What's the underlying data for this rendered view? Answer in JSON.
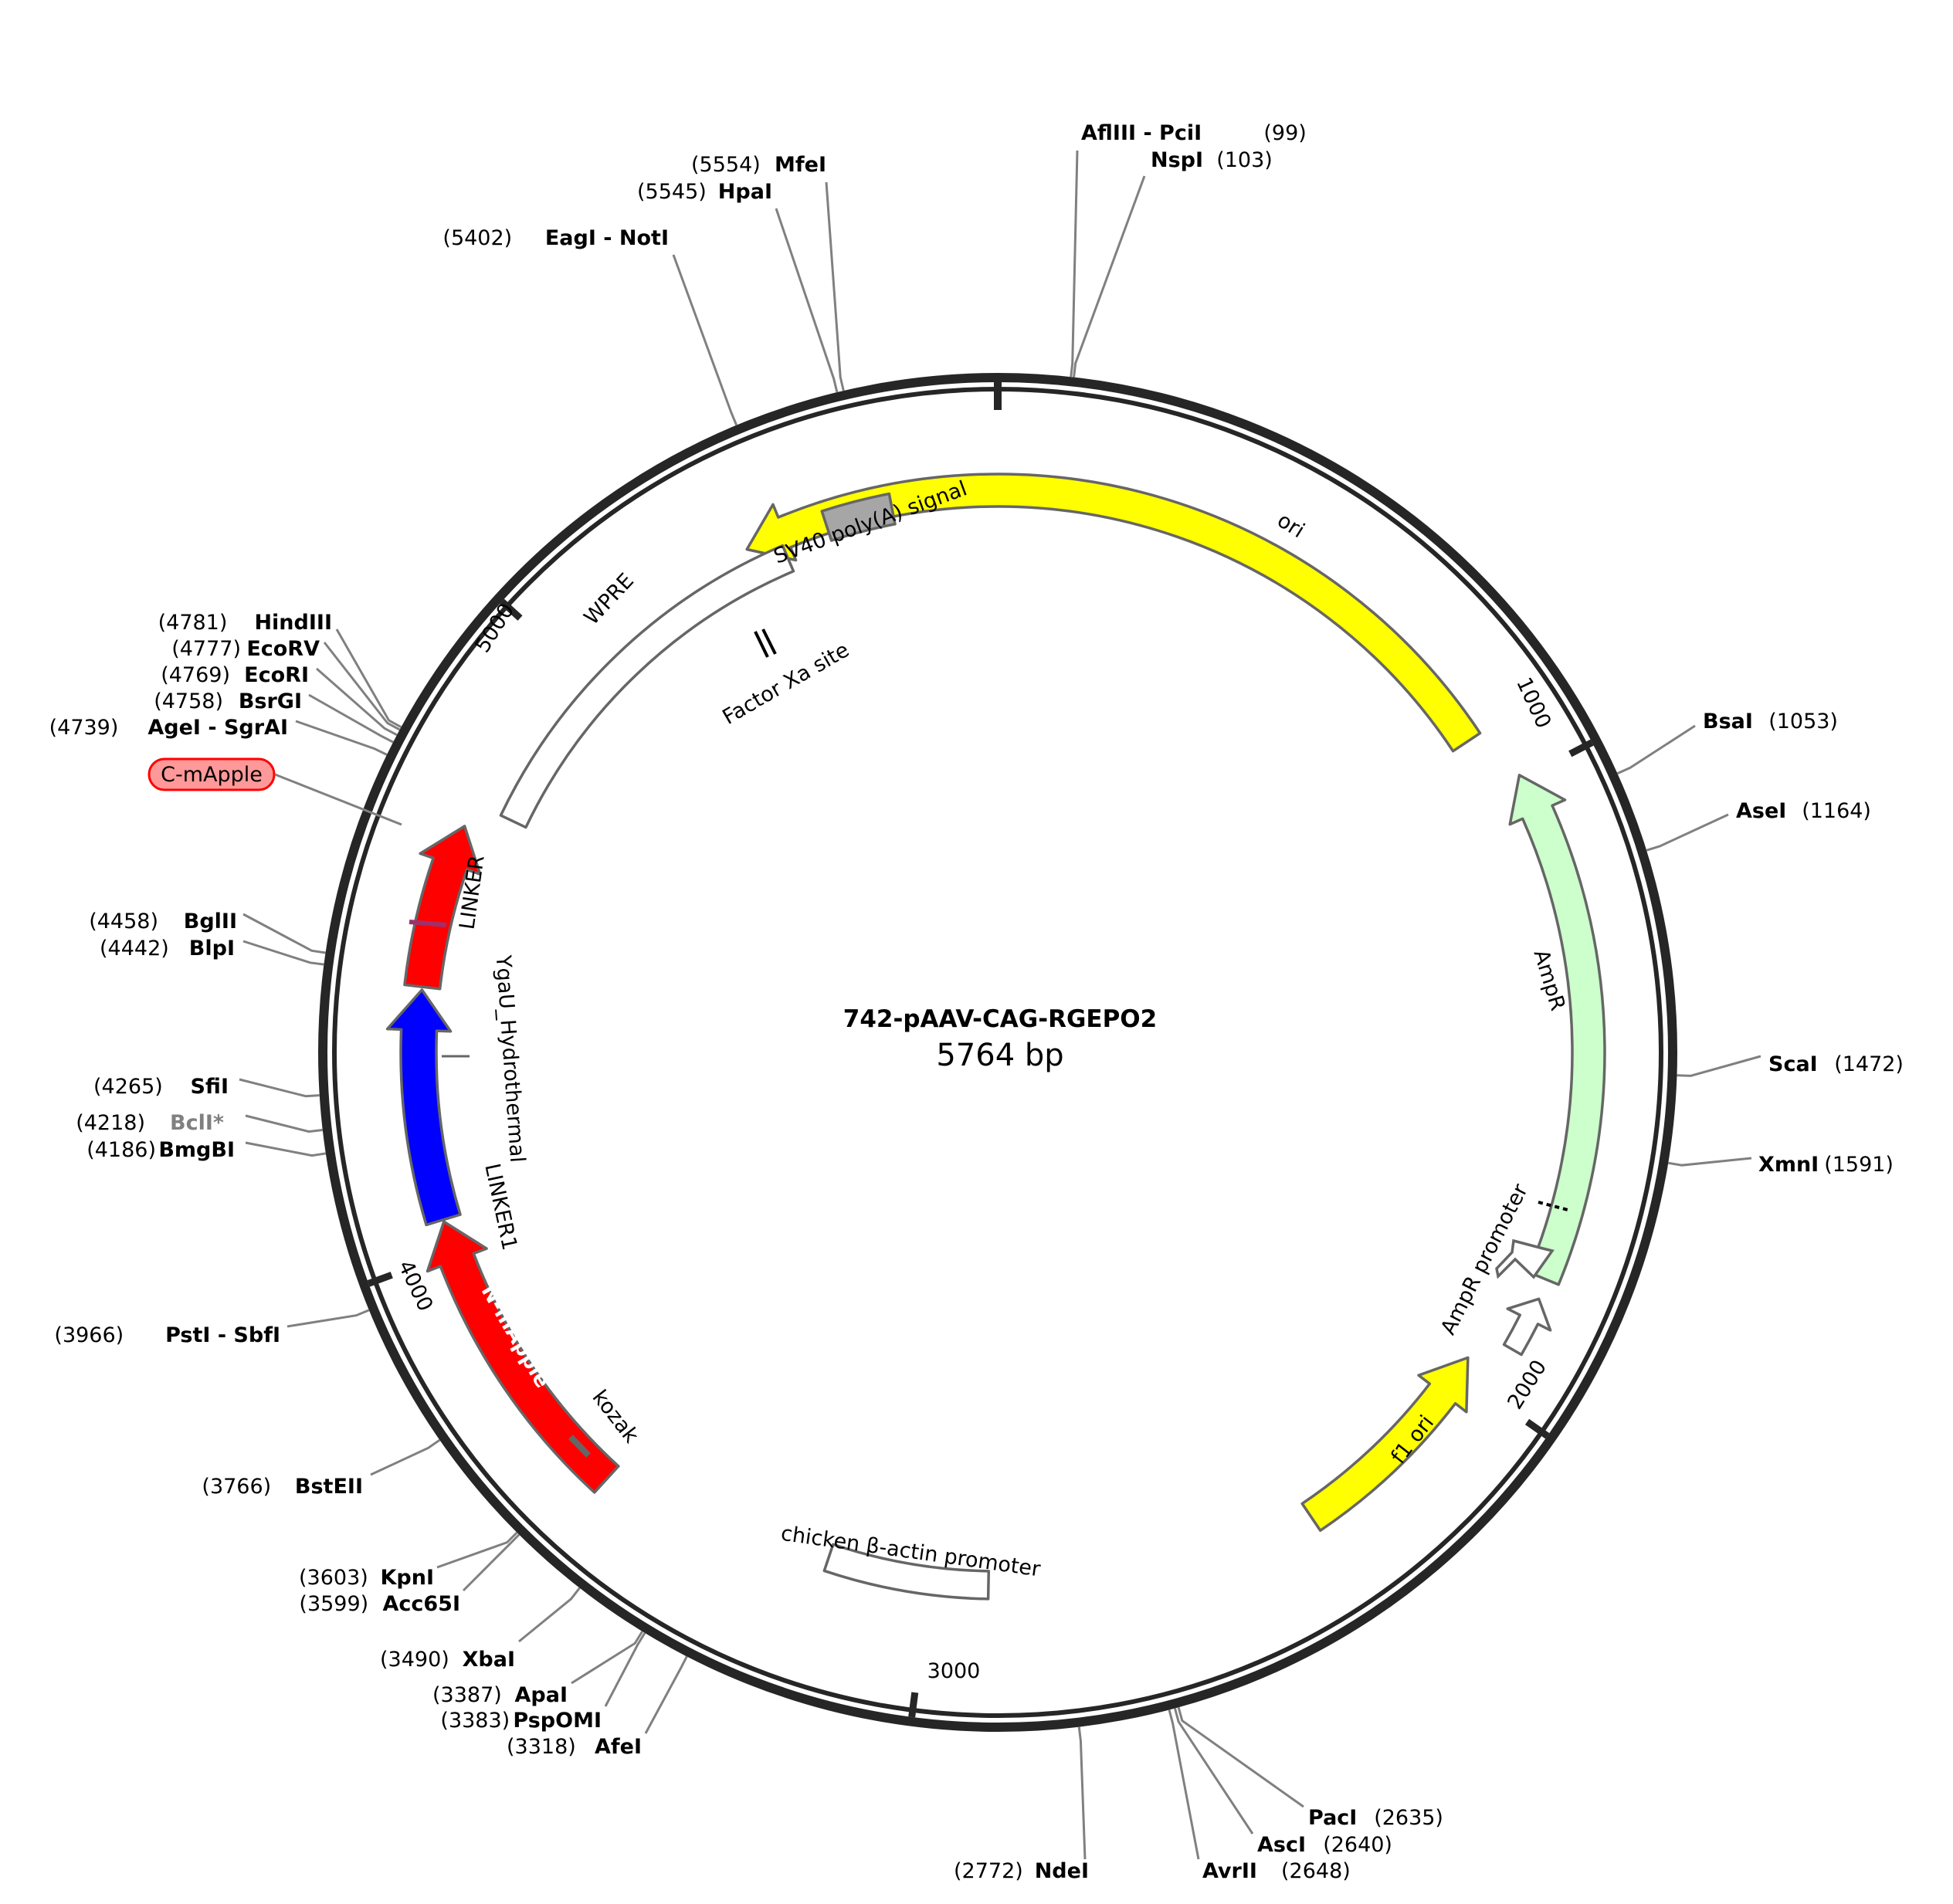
{
  "plasmid": {
    "name": "742-pAAV-CAG-RGEPO2",
    "length_label": "5764 bp",
    "length": 5764
  },
  "ticks": [
    "1000",
    "2000",
    "3000",
    "4000",
    "5000"
  ],
  "colors": {
    "backbone": "#262626",
    "leader": "#808080",
    "yellow": "#ffff00",
    "mint": "#ccffcc",
    "red": "#ff0000",
    "blue": "#0000ff",
    "gray": "#a6a6a6",
    "outline": "#666666",
    "dimmed_enzyme": "#808080",
    "capple_fill": "#ff9999"
  },
  "features": [
    {
      "id": "ori",
      "label": "ori"
    },
    {
      "id": "ampr",
      "label": "AmpR"
    },
    {
      "id": "ampr_promoter",
      "label": "AmpR promoter"
    },
    {
      "id": "f1_ori",
      "label": "f1 ori"
    },
    {
      "id": "chicken_actin",
      "label": "chicken β-actin promoter"
    },
    {
      "id": "kozak",
      "label": "kozak"
    },
    {
      "id": "n_mapple",
      "label": "N-mApple"
    },
    {
      "id": "linker1",
      "label": "LINKER1"
    },
    {
      "id": "ygau",
      "label": "YgaU_Hydrothermal"
    },
    {
      "id": "linker",
      "label": "LINKER"
    },
    {
      "id": "c_mapple",
      "label": "C-mApple"
    },
    {
      "id": "wpre",
      "label": "WPRE"
    },
    {
      "id": "factor_xa",
      "label": "Factor Xa site"
    },
    {
      "id": "sv40",
      "label": "SV40 poly(A) signal"
    }
  ],
  "sites": [
    {
      "name": "AflIII - PciI",
      "pos": "(99)"
    },
    {
      "name": "NspI",
      "pos": "(103)"
    },
    {
      "name": "BsaI",
      "pos": "(1053)"
    },
    {
      "name": "AseI",
      "pos": "(1164)"
    },
    {
      "name": "ScaI",
      "pos": "(1472)"
    },
    {
      "name": "XmnI",
      "pos": "(1591)"
    },
    {
      "name": "PacI",
      "pos": "(2635)"
    },
    {
      "name": "AscI",
      "pos": "(2640)"
    },
    {
      "name": "AvrII",
      "pos": "(2648)"
    },
    {
      "name": "NdeI",
      "pos": "(2772)"
    },
    {
      "name": "AfeI",
      "pos": "(3318)"
    },
    {
      "name": "PspOMI",
      "pos": "(3383)"
    },
    {
      "name": "ApaI",
      "pos": "(3387)"
    },
    {
      "name": "XbaI",
      "pos": "(3490)"
    },
    {
      "name": "Acc65I",
      "pos": "(3599)"
    },
    {
      "name": "KpnI",
      "pos": "(3603)"
    },
    {
      "name": "BstEII",
      "pos": "(3766)"
    },
    {
      "name": "PstI - SbfI",
      "pos": "(3966)"
    },
    {
      "name": "BmgBI",
      "pos": "(4186)"
    },
    {
      "name": "BclI*",
      "pos": "(4218)"
    },
    {
      "name": "SfiI",
      "pos": "(4265)"
    },
    {
      "name": "BlpI",
      "pos": "(4442)"
    },
    {
      "name": "BglII",
      "pos": "(4458)"
    },
    {
      "name": "AgeI - SgrAI",
      "pos": "(4739)"
    },
    {
      "name": "BsrGI",
      "pos": "(4758)"
    },
    {
      "name": "EcoRI",
      "pos": "(4769)"
    },
    {
      "name": "EcoRV",
      "pos": "(4777)"
    },
    {
      "name": "HindIII",
      "pos": "(4781)"
    },
    {
      "name": "EagI - NotI",
      "pos": "(5402)"
    },
    {
      "name": "HpaI",
      "pos": "(5545)"
    },
    {
      "name": "MfeI",
      "pos": "(5554)"
    }
  ]
}
